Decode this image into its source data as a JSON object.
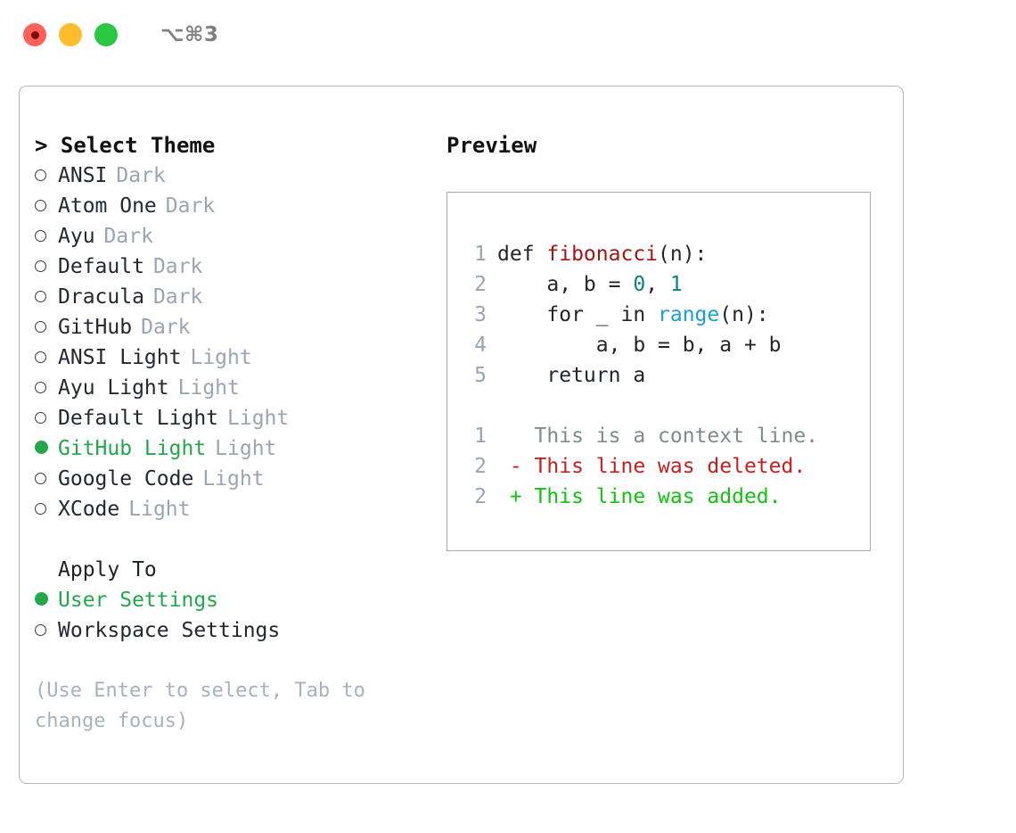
{
  "titlebar": {
    "shortcut": "⌥⌘3",
    "lights": [
      "close-red",
      "minimize-yellow",
      "maximize-green"
    ]
  },
  "left": {
    "heading": "> Select Theme",
    "themes": [
      {
        "name": "ANSI",
        "variant": "Dark",
        "selected": false
      },
      {
        "name": "Atom One",
        "variant": "Dark",
        "selected": false
      },
      {
        "name": "Ayu",
        "variant": "Dark",
        "selected": false
      },
      {
        "name": "Default",
        "variant": "Dark",
        "selected": false
      },
      {
        "name": "Dracula",
        "variant": "Dark",
        "selected": false
      },
      {
        "name": "GitHub",
        "variant": "Dark",
        "selected": false
      },
      {
        "name": "ANSI Light",
        "variant": "Light",
        "selected": false
      },
      {
        "name": "Ayu Light",
        "variant": "Light",
        "selected": false
      },
      {
        "name": "Default Light",
        "variant": "Light",
        "selected": false
      },
      {
        "name": "GitHub Light",
        "variant": "Light",
        "selected": true
      },
      {
        "name": "Google Code",
        "variant": "Light",
        "selected": false
      },
      {
        "name": "XCode",
        "variant": "Light",
        "selected": false
      }
    ],
    "apply_to_heading": "Apply To",
    "apply_to": [
      {
        "name": "User Settings",
        "selected": true
      },
      {
        "name": "Workspace Settings",
        "selected": false
      }
    ],
    "hint": "(Use Enter to select, Tab to change focus)"
  },
  "right": {
    "heading": "Preview",
    "code": [
      {
        "ln": "1",
        "indent": "",
        "segments": [
          {
            "text": "def ",
            "token": "plain"
          },
          {
            "text": "fibonacci",
            "token": "fn"
          },
          {
            "text": "(n):",
            "token": "plain"
          }
        ]
      },
      {
        "ln": "2",
        "indent": "",
        "segments": [
          {
            "text": "    a, b = ",
            "token": "plain"
          },
          {
            "text": "0",
            "token": "num"
          },
          {
            "text": ", ",
            "token": "plain"
          },
          {
            "text": "1",
            "token": "num"
          }
        ]
      },
      {
        "ln": "3",
        "indent": "",
        "segments": [
          {
            "text": "    for _ in ",
            "token": "plain"
          },
          {
            "text": "range",
            "token": "builtin"
          },
          {
            "text": "(n):",
            "token": "plain"
          }
        ]
      },
      {
        "ln": "4",
        "indent": "",
        "segments": [
          {
            "text": "        a, b = b, a + b",
            "token": "plain"
          }
        ]
      },
      {
        "ln": "5",
        "indent": "",
        "segments": [
          {
            "text": "    return a",
            "token": "plain"
          }
        ]
      }
    ],
    "diff": [
      {
        "ln": "1",
        "sign": " ",
        "text": "This is a context line.",
        "kind": "ctx"
      },
      {
        "ln": "2",
        "sign": "-",
        "text": "This line was deleted.",
        "kind": "del"
      },
      {
        "ln": "2",
        "sign": "+",
        "text": "This line was added.",
        "kind": "add"
      }
    ]
  },
  "colors": {
    "accent_green": "#22a84a",
    "muted": "#9aa5b4",
    "border": "#aeb8c4",
    "diff_add": "#12c212",
    "diff_del": "#c81e1e",
    "token_fn": "#a31515",
    "token_num": "#0d8080",
    "token_builtin": "#1a9ed4"
  }
}
